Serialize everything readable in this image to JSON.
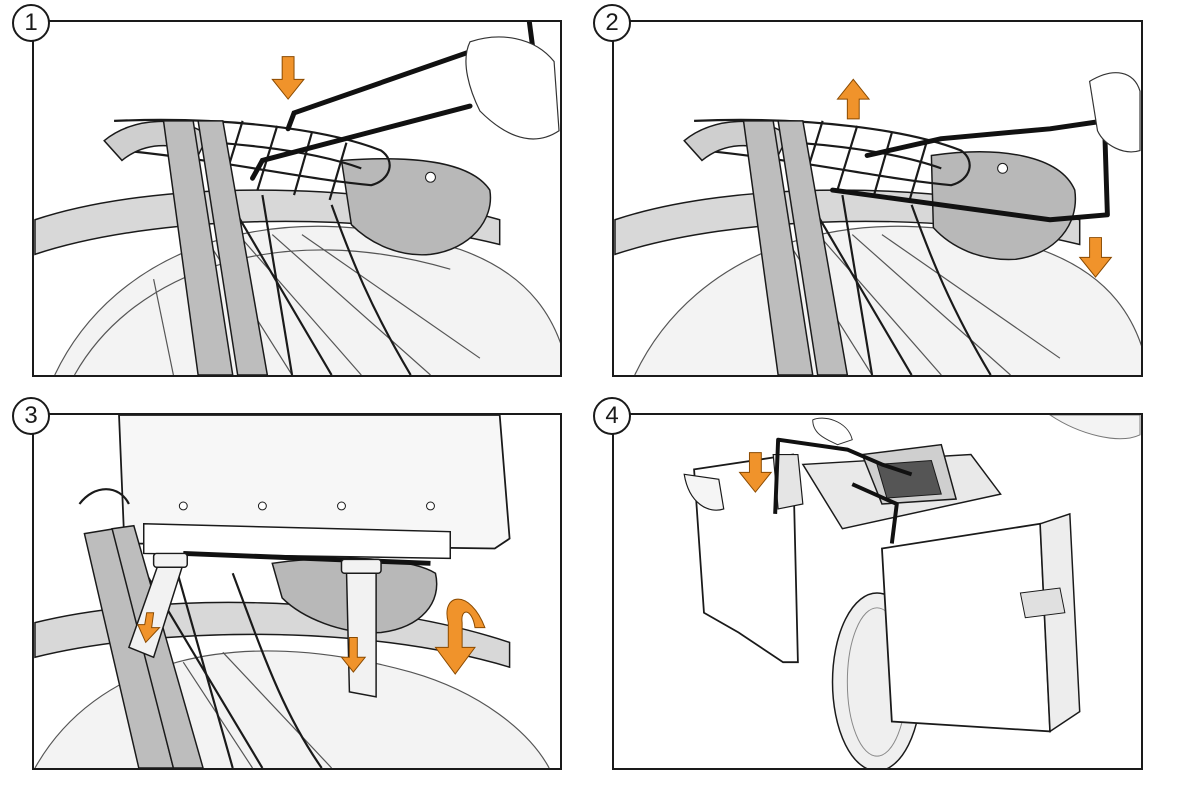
{
  "figure": {
    "steps": [
      {
        "number": "1"
      },
      {
        "number": "2"
      },
      {
        "number": "3"
      },
      {
        "number": "4"
      }
    ]
  },
  "colors": {
    "accent_arrow": "#f0932b",
    "outline": "#1a1a1a",
    "fill_light": "#e6e6e6",
    "fill_mid": "#cfcfcf",
    "fill_dark": "#b0b0b0",
    "hook_rod": "#111111"
  }
}
